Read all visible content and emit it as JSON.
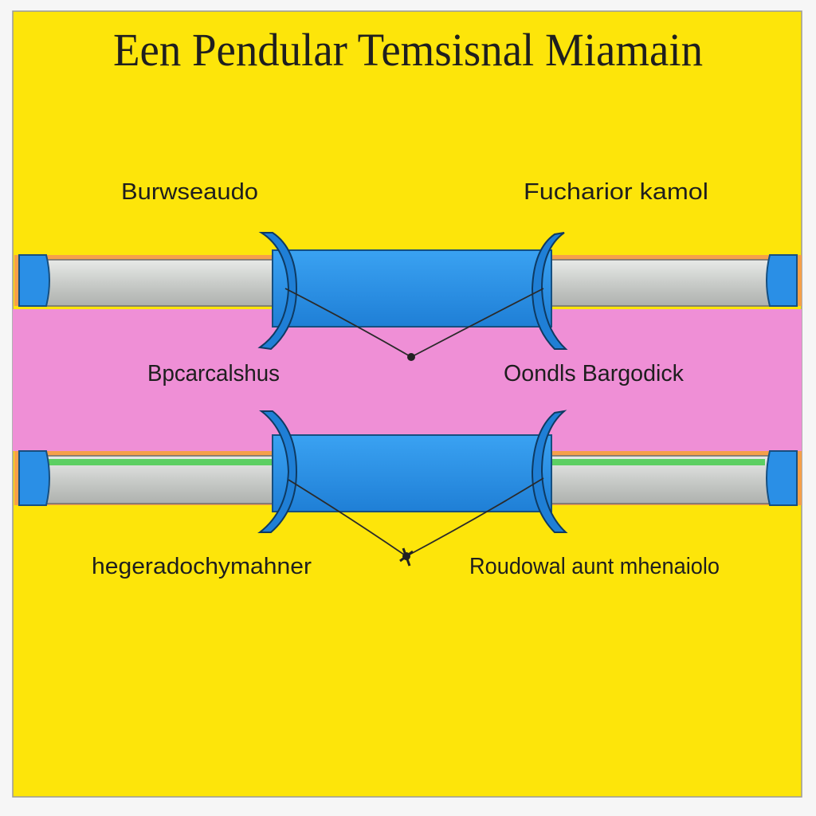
{
  "diagram": {
    "title": "Een Pendular Temsisnal Miamain",
    "labels": {
      "top_left": "Burwseaudo",
      "top_right": "Fucharior kamol",
      "middle_left": "Bpcarcalshus",
      "middle_right": "Oondls Bargodick",
      "bottom_left": "hegeradochymahner",
      "bottom_right": "Roudowal aunt mhenaiolo"
    },
    "colors": {
      "background": "#fde50a",
      "band": "#ef8fd6",
      "sleeve": "#2a8fe6",
      "tube": "#cfd2cf",
      "stripe": "#5ccf62",
      "border": "#9a9a9a"
    }
  }
}
